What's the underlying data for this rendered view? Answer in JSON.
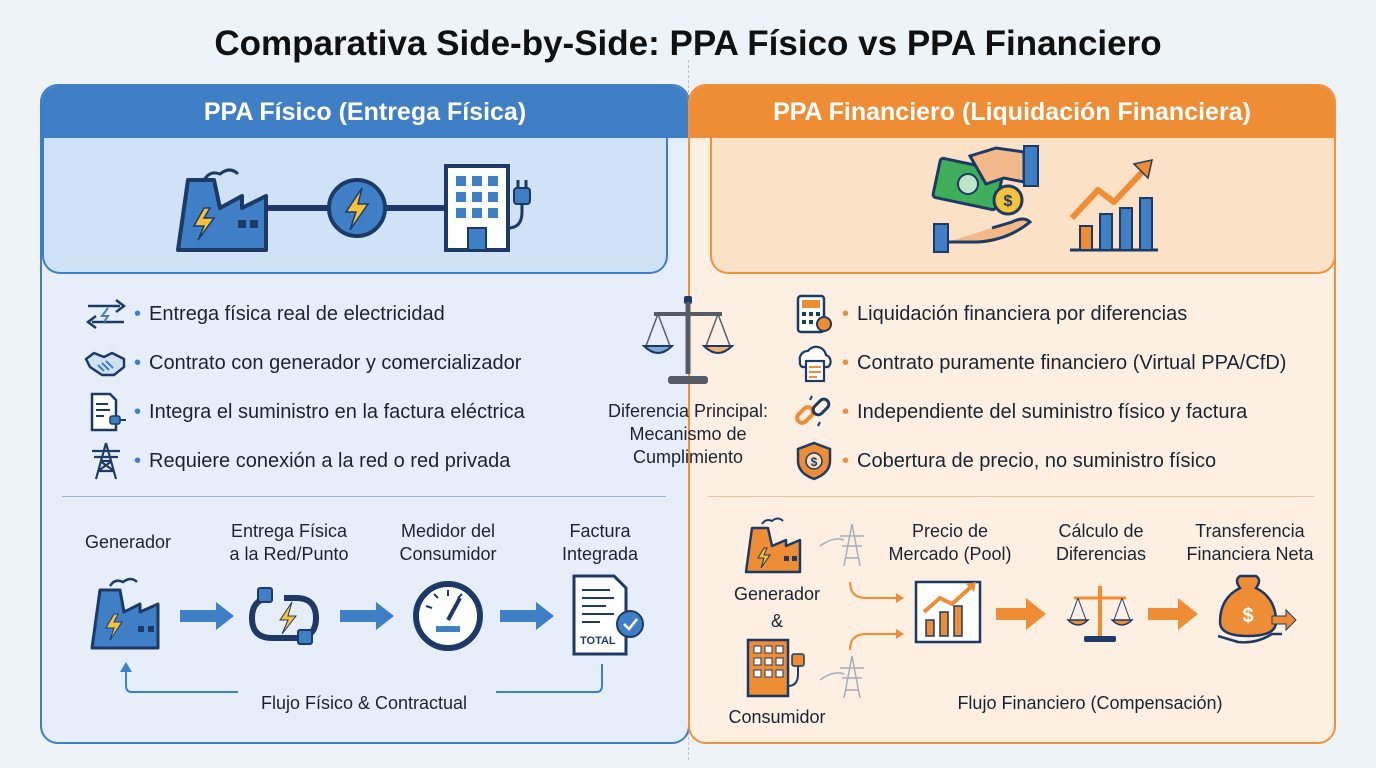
{
  "title": "Comparativa Side-by-Side: PPA Físico vs PPA Financiero",
  "colors": {
    "blue": "#3f7fc5",
    "navy": "#1d3a66",
    "orange": "#ef8d34",
    "light_blue": "#e6eff9",
    "light_orange": "#fdf0e2"
  },
  "left": {
    "header": "PPA Físico (Entrega Física)",
    "bullets": [
      {
        "icon": "transfer-arrows-icon",
        "text": "Entrega física real de electricidad"
      },
      {
        "icon": "handshake-icon",
        "text": "Contrato con generador y comercializador"
      },
      {
        "icon": "invoice-plug-icon",
        "text": "Integra el suministro en la factura eléctrica"
      },
      {
        "icon": "transmission-tower-icon",
        "text": "Requiere conexión a la red o red privada"
      }
    ],
    "flow": {
      "steps": [
        "Generador",
        "Entrega Física\na la Red/Punto",
        "Medidor del\nConsumidor",
        "Factura\nIntegrada"
      ],
      "invoice_total_label": "TOTAL",
      "loop_label": "Flujo Físico & Contractual"
    }
  },
  "center": {
    "label": "Diferencia Principal:\nMecanismo de\nCumplimiento"
  },
  "right": {
    "header": "PPA Financiero (Liquidación Financiera)",
    "bullets": [
      {
        "icon": "calculator-icon",
        "text": "Liquidación financiera por diferencias"
      },
      {
        "icon": "cloud-document-icon",
        "text": "Contrato puramente financiero (Virtual PPA/CfD)"
      },
      {
        "icon": "broken-link-icon",
        "text": "Independiente del suministro físico y factura"
      },
      {
        "icon": "shield-dollar-icon",
        "text": "Cobertura de precio, no suministro físico"
      }
    ],
    "flow": {
      "parties": [
        "Generador",
        "&",
        "Consumidor"
      ],
      "steps": [
        "Precio de\nMercado (Pool)",
        "Cálculo de\nDiferencias",
        "Transferencia\nFinanciera Neta"
      ],
      "bottom_label": "Flujo Financiero (Compensación)"
    }
  }
}
